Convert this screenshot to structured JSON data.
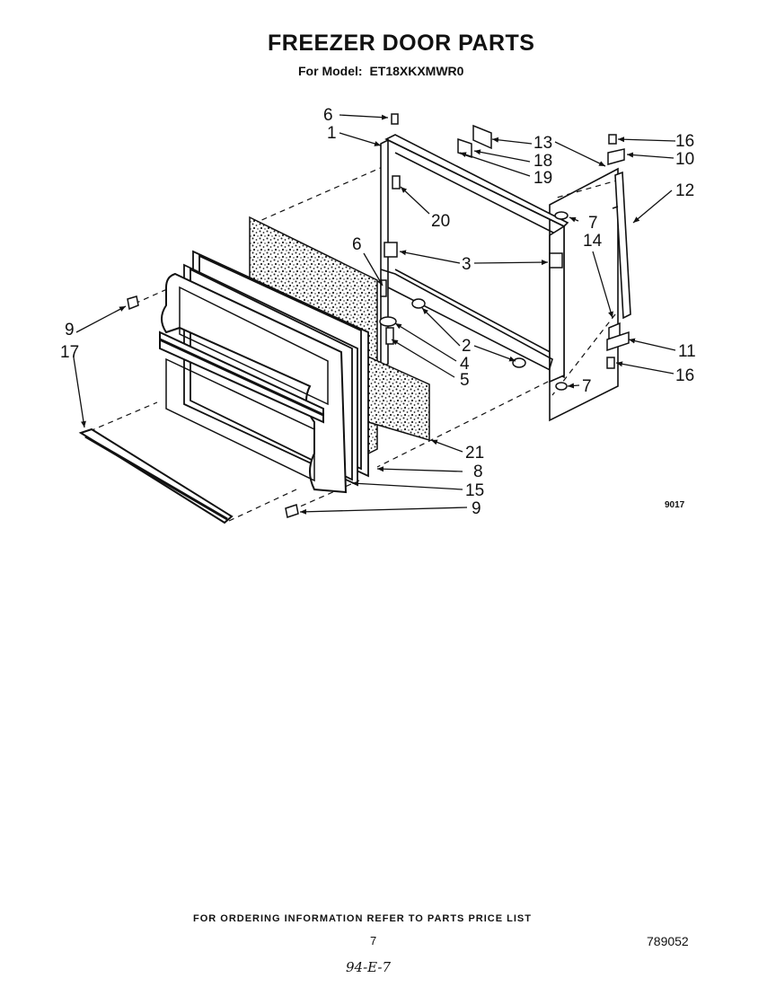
{
  "header": {
    "title": "FREEZER DOOR PARTS",
    "model_label": "For Model:",
    "model_number": "ET18XKXMWR0"
  },
  "diagram": {
    "figure_code": "9017",
    "callouts": [
      "6",
      "1",
      "13",
      "18",
      "19",
      "16",
      "10",
      "12",
      "20",
      "7",
      "14",
      "3",
      "6",
      "2",
      "4",
      "5",
      "11",
      "16",
      "7",
      "9",
      "17",
      "21",
      "8",
      "15",
      "9"
    ]
  },
  "footer": {
    "ordering_note": "FOR ORDERING INFORMATION REFER TO PARTS PRICE LIST",
    "page_number": "7",
    "document_number": "789052",
    "handwritten_date": "94-E-7"
  }
}
